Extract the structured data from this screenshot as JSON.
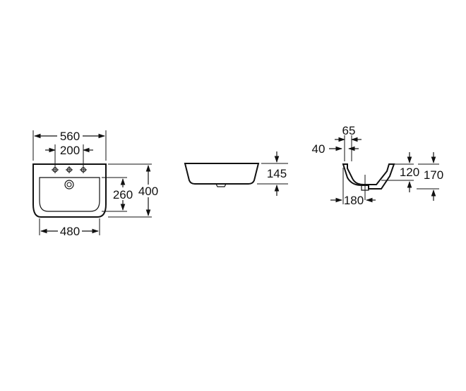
{
  "top_view": {
    "width_overall": "560",
    "tap_hole_spacing": "200",
    "depth_overall": "400",
    "bowl_depth": "260",
    "bottom_width": "480"
  },
  "front_view": {
    "height": "145"
  },
  "side_view": {
    "tap_offset": "65",
    "rim_width": "40",
    "inner_height": "120",
    "total_height": "170",
    "waste_offset": "180"
  }
}
